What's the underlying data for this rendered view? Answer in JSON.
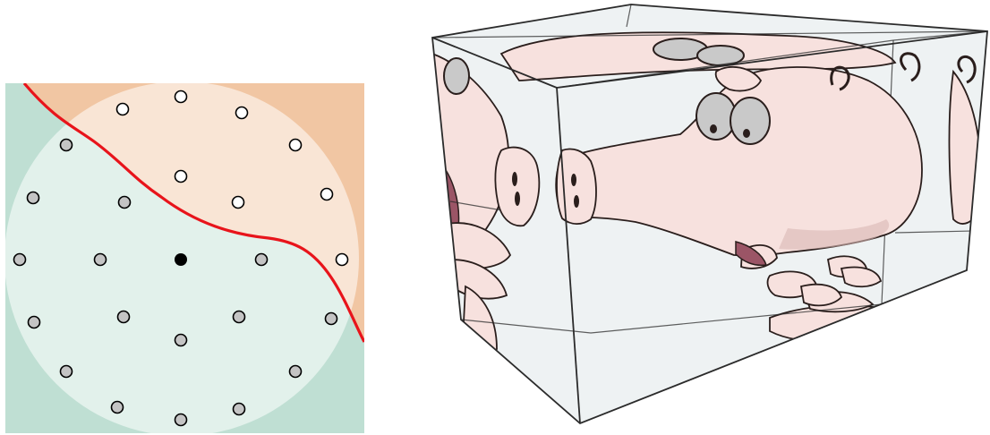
{
  "left_diagram": {
    "colors": {
      "region_a": "#f1c6a3",
      "region_b": "#bfdfd3",
      "disc_fill": "#ffffff",
      "disc_opacity": 0.55,
      "boundary": "#e8141b",
      "sample_on_a_side": "#ffffff",
      "sample_on_b_side": "#c4c4c4",
      "center_point": "#000000"
    },
    "samples": [
      {
        "id": "s1",
        "side": "a"
      },
      {
        "id": "s2",
        "side": "a"
      },
      {
        "id": "s3",
        "side": "a"
      },
      {
        "id": "s4",
        "side": "a"
      },
      {
        "id": "s5",
        "side": "a"
      },
      {
        "id": "s6",
        "side": "a"
      },
      {
        "id": "s7",
        "side": "a"
      },
      {
        "id": "s8",
        "side": "a"
      },
      {
        "id": "s9",
        "side": "b"
      },
      {
        "id": "s10",
        "side": "b"
      },
      {
        "id": "s11",
        "side": "b"
      },
      {
        "id": "s12",
        "side": "b"
      },
      {
        "id": "s13",
        "side": "b"
      },
      {
        "id": "s14",
        "side": "b"
      },
      {
        "id": "s15",
        "side": "b"
      },
      {
        "id": "s16",
        "side": "b"
      },
      {
        "id": "s17",
        "side": "b"
      },
      {
        "id": "s18",
        "side": "b"
      },
      {
        "id": "s19",
        "side": "b"
      },
      {
        "id": "s20",
        "side": "b"
      },
      {
        "id": "s21",
        "side": "b"
      },
      {
        "id": "s22",
        "side": "b"
      },
      {
        "id": "s23",
        "side": "b"
      },
      {
        "id": "s24",
        "side": "b"
      },
      {
        "id": "s25",
        "side": "b"
      }
    ]
  },
  "right_render": {
    "colors": {
      "box_edge": "#2b2b2b",
      "box_face": "#eef2f3",
      "pig_body": "#f7e1de",
      "pig_shadow": "#d9b8b4",
      "pig_outline": "#2a1e1c",
      "eye_fill": "#c9c9c9",
      "mouth": "#9b5566"
    }
  }
}
